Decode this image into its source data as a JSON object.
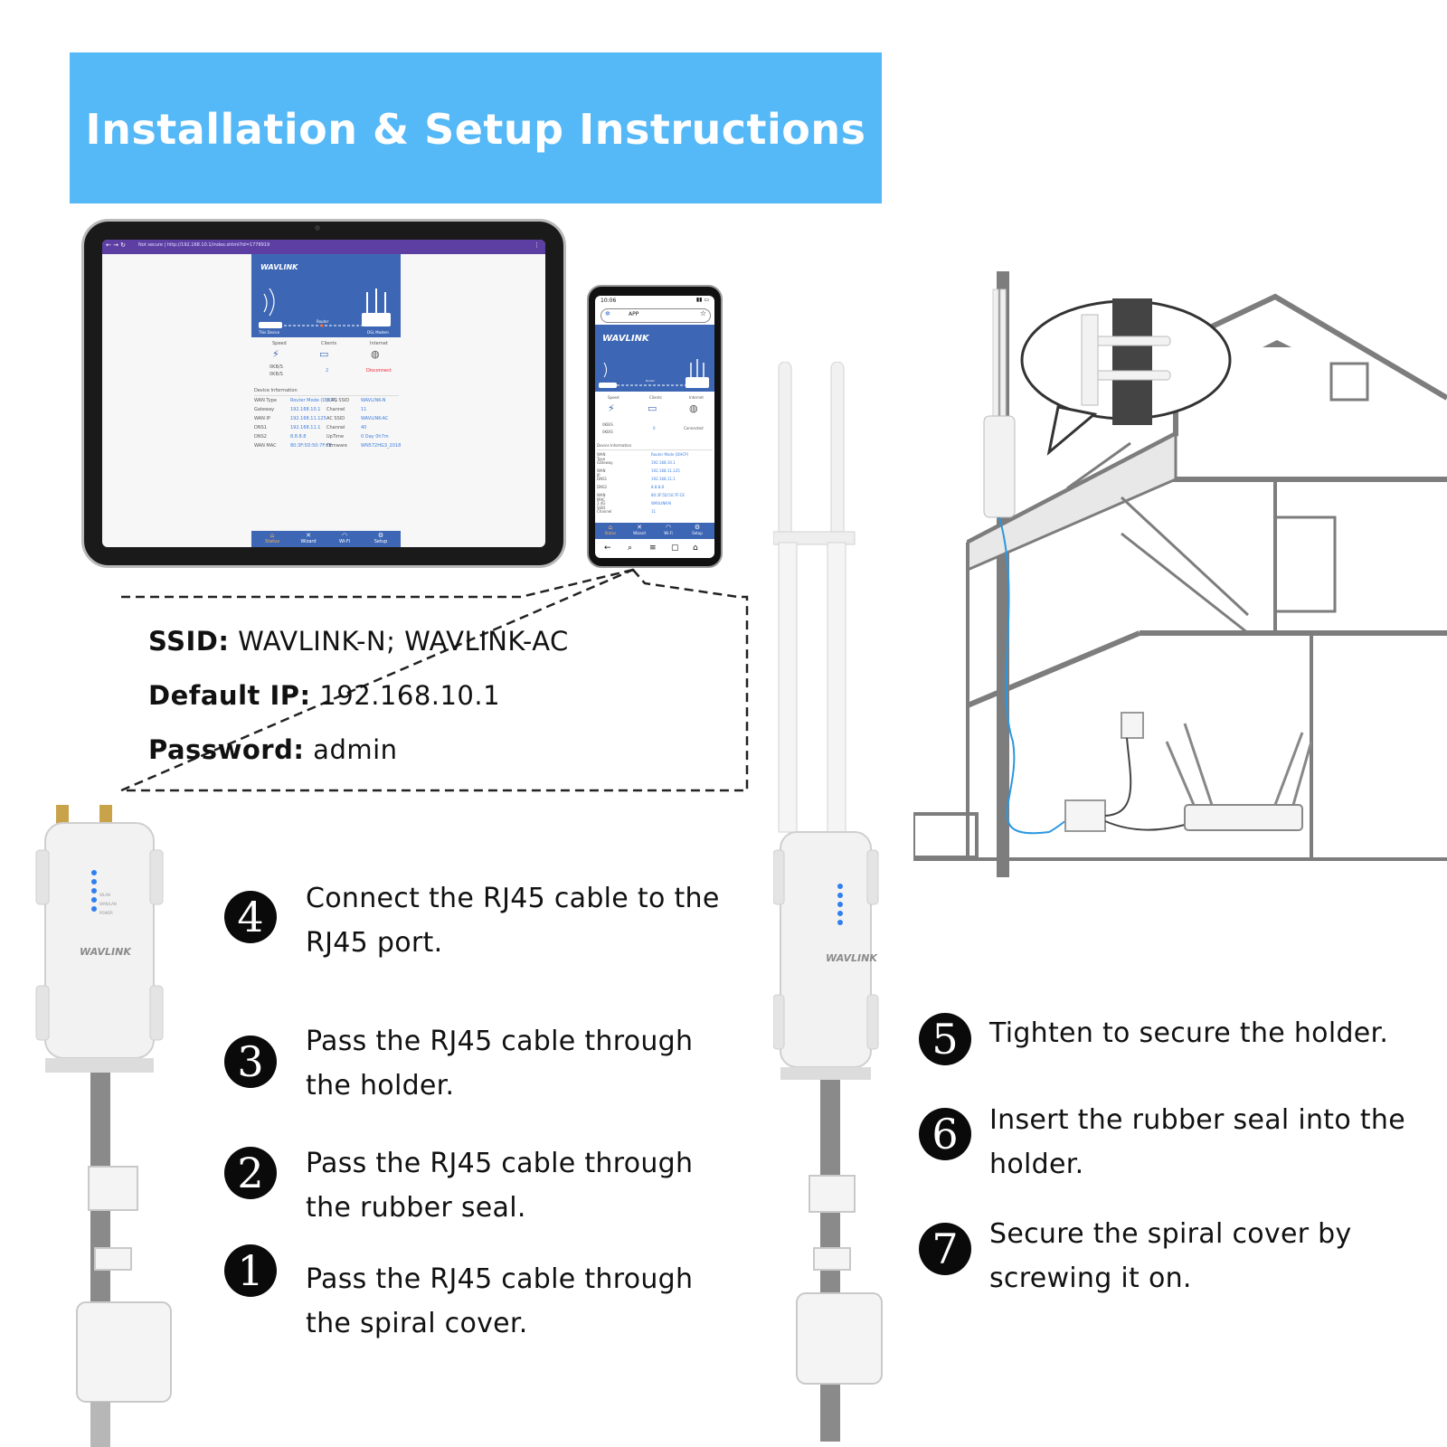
{
  "header": {
    "title": "Installation & Setup Instructions"
  },
  "colors": {
    "banner": "#55b8f7",
    "wavlink_blue": "#3d67b5",
    "browser_bar": "#5d3fa4"
  },
  "tablet": {
    "url": "Not secure | http://192.168.10.1/index.shtml?id=1778919",
    "logo": "WAVLINK",
    "labels": {
      "this_device": "This Device",
      "router": "Router",
      "dsl_modem": "DSL Modem"
    },
    "stats": {
      "speed": "Speed",
      "clients": "Clients",
      "internet": "Internet",
      "clients_value": "2",
      "internet_value": "Disconnect"
    },
    "rates": [
      "0KB/S",
      "0KB/S"
    ],
    "device_info_title": "Device Information",
    "device_info": [
      [
        "WAN Type",
        "Router Mode (DHCP)",
        "2.4G SSID",
        "WAVLINK-N"
      ],
      [
        "Gateway",
        "192.168.10.1",
        "Channel",
        "11"
      ],
      [
        "WAN IP",
        "192.168.11.125",
        "AC SSID",
        "WAVLINK-AC"
      ],
      [
        "DNS1",
        "192.168.11.1",
        "Channel",
        "40"
      ],
      [
        "DNS2",
        "8.8.8.8",
        "UpTime",
        "0 Day 0h7m"
      ],
      [
        "WAN MAC",
        "80:3F:5D:50:7F:CE",
        "Firmware",
        "WN572HG3_2018"
      ]
    ],
    "nav": [
      "Status",
      "Wizard",
      "Wi-Fi",
      "Setup"
    ]
  },
  "phone": {
    "time": "10:06",
    "address": "APP",
    "logo": "WAVLINK",
    "labels": {
      "this_device": "This Device",
      "router": "Router",
      "dsl_modem": "DSL Modem"
    },
    "stats": {
      "speed": "Speed",
      "clients": "Clients",
      "internet": "Internet",
      "clients_value": "0",
      "internet_value": "Connected"
    },
    "rates": [
      "0KB/S",
      "0KB/S"
    ],
    "device_info_title": "Device Information",
    "device_info": [
      [
        "WAN Type",
        "Router Mode (DHCP)"
      ],
      [
        "Gateway",
        "192.168.10.1"
      ],
      [
        "WAN IP",
        "192.168.11.125"
      ],
      [
        "DNS1",
        "192.168.11.1"
      ],
      [
        "DNS2",
        "8.8.8.8"
      ],
      [
        "WAN MAC",
        "80:3F:5D:50:7F:CE"
      ],
      [
        "2.4G SSID",
        "WAVLINK-N"
      ],
      [
        "Channel",
        "11"
      ]
    ],
    "nav": [
      "Status",
      "Wizard",
      "Wi-Fi",
      "Setup"
    ]
  },
  "info": {
    "ssid_label": "SSID:",
    "ssid_value": "WAVLINK-N;  WAVLINK-AC",
    "ip_label": "Default IP:",
    "ip_value": "192.168.10.1",
    "password_label": "Password:",
    "password_value": "admin"
  },
  "device_brand": "WAVLINK",
  "device_leds": [
    "",
    "",
    "WLAN",
    "WAN/LAN",
    "POWER"
  ],
  "steps_left": [
    {
      "num": "4",
      "text": "Connect the RJ45 cable to the RJ45 port."
    },
    {
      "num": "3",
      "text": "Pass the RJ45 cable through the holder."
    },
    {
      "num": "2",
      "text": "Pass the RJ45 cable through the rubber seal."
    },
    {
      "num": "1",
      "text": "Pass the RJ45 cable through the spiral cover."
    }
  ],
  "steps_right": [
    {
      "num": "5",
      "text": "Tighten to secure the holder."
    },
    {
      "num": "6",
      "text": "Insert the rubber seal into the holder."
    },
    {
      "num": "7",
      "text": "Secure the spiral cover by screwing it on."
    }
  ]
}
